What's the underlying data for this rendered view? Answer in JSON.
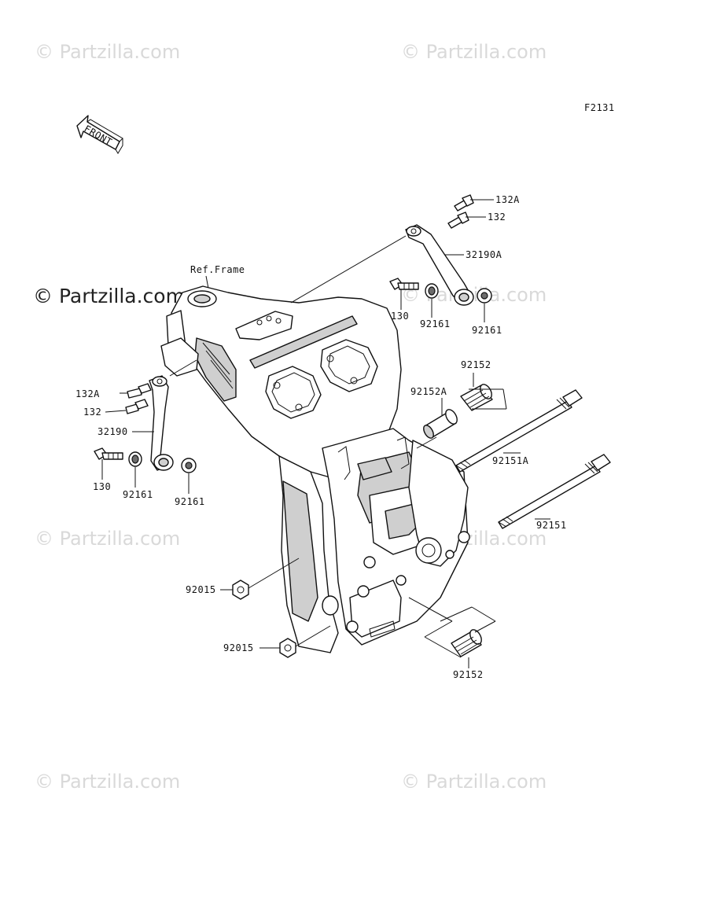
{
  "figure_code": "F2131",
  "front_arrow_label": "FRONT",
  "ref_frame_label": "Ref.Frame",
  "watermarks": {
    "small": "© Partzilla.com",
    "large": "© Partzilla.com"
  },
  "callouts": [
    "132A",
    "132",
    "32190A",
    "130",
    "92161",
    "92161",
    "92152",
    "92152A",
    "92151A",
    "92151",
    "132A",
    "132",
    "32190",
    "130",
    "92161",
    "92161",
    "92015",
    "92015",
    "92152"
  ]
}
